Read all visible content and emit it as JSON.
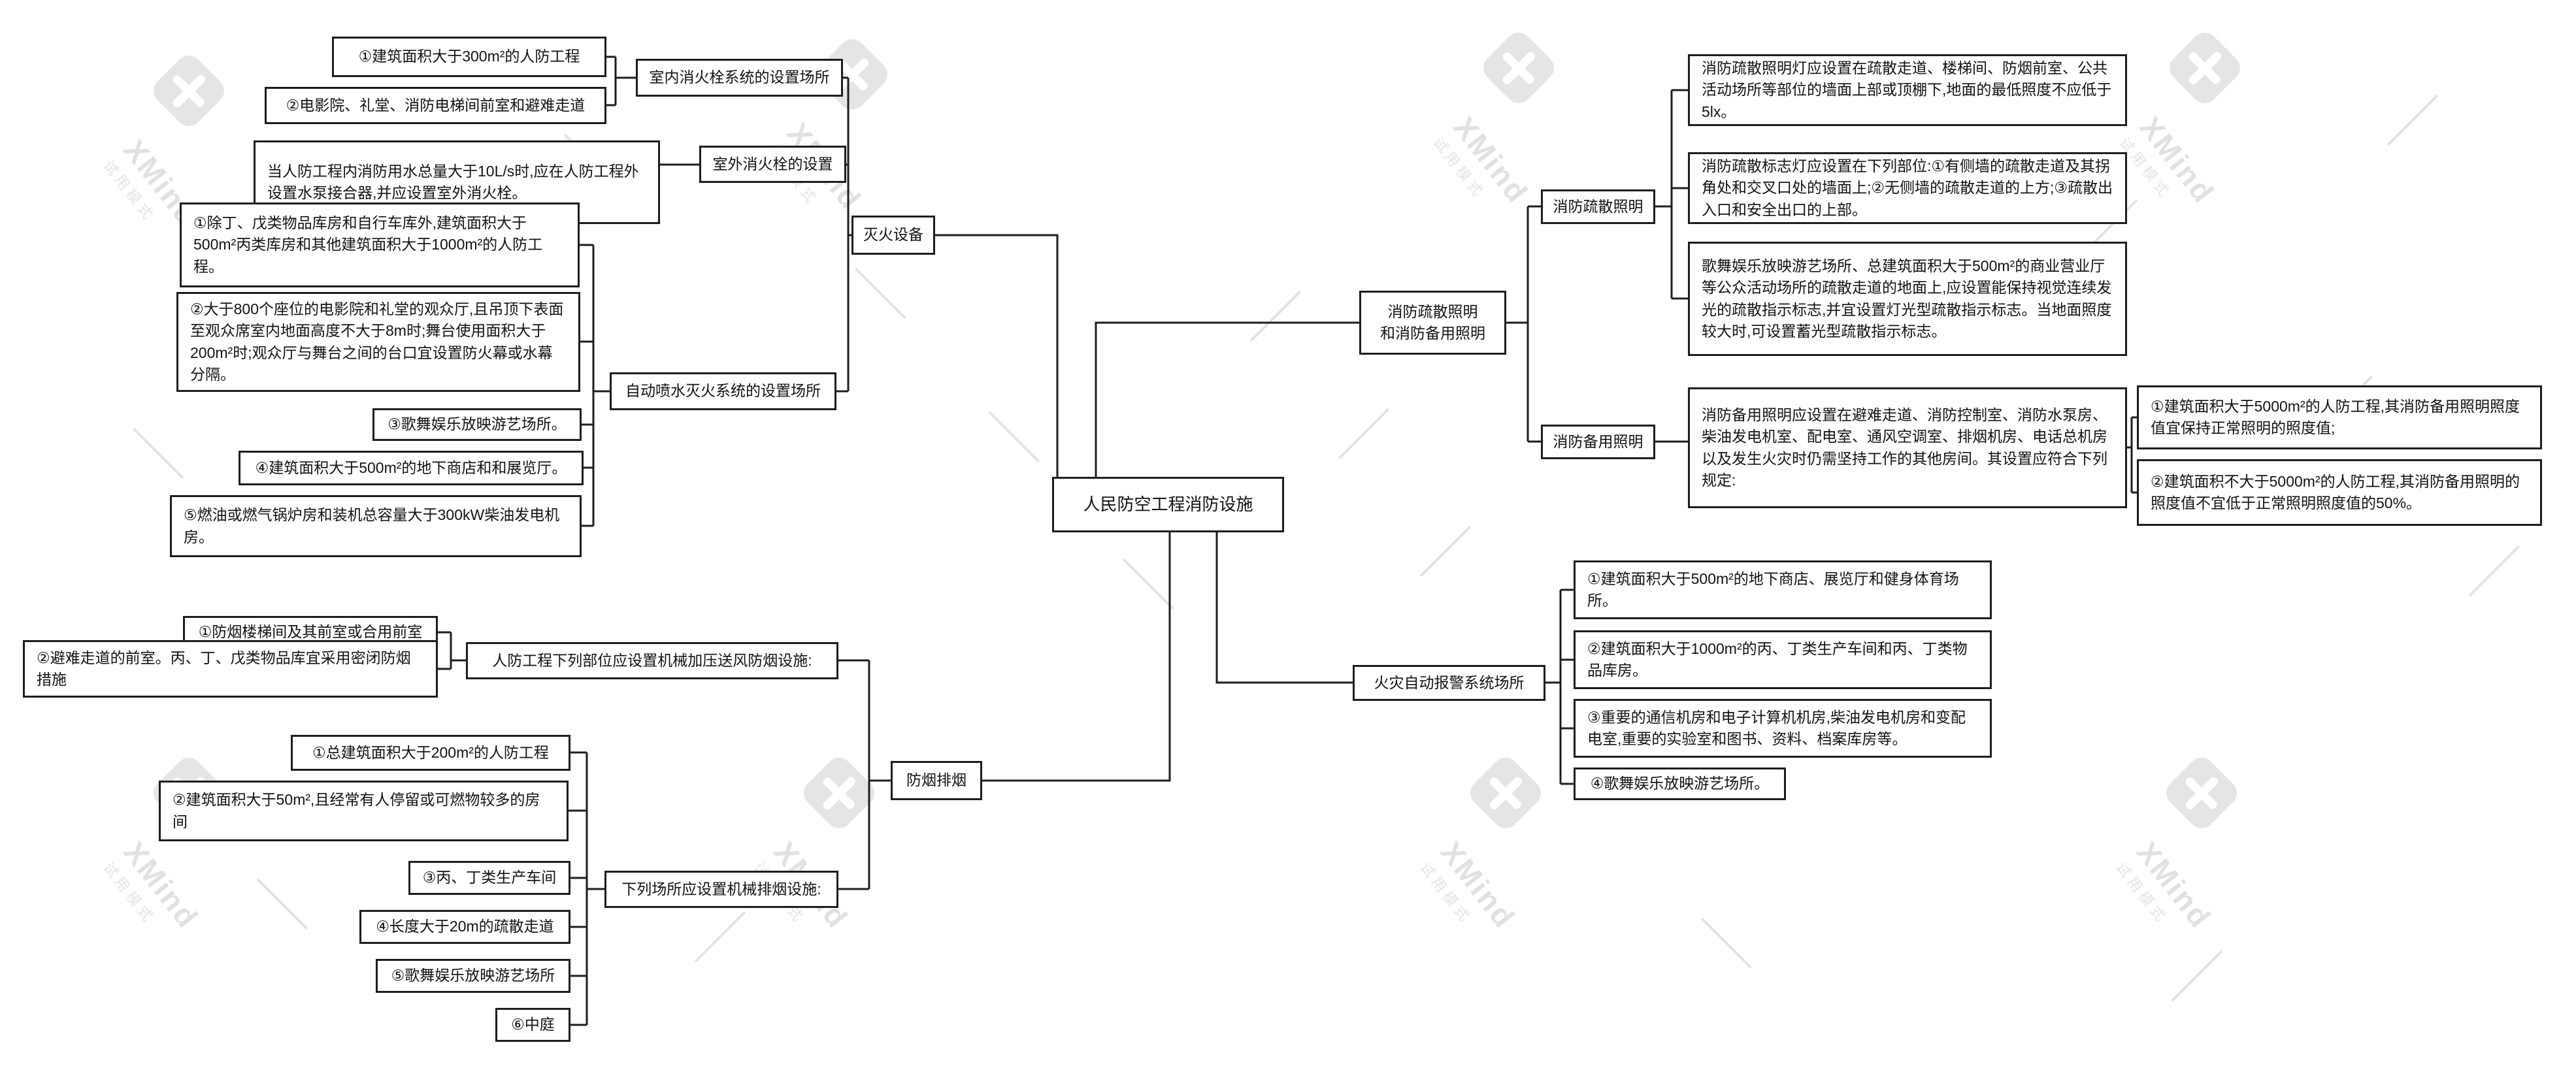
{
  "app": {
    "name": "XMind"
  },
  "watermark": {
    "brand": "XMind",
    "mode": "试用模式"
  },
  "colors": {
    "canvas_bg": "#ffffff",
    "box_bg": "#ffffff",
    "box_border": "#1d1d1d",
    "line": "#1d1d1d",
    "text": "#121212",
    "watermark": "#e4e6e6"
  },
  "nodes": {
    "root": "人民防空工程消防设施",
    "fire_equipment": "灭火设备",
    "indoor_hydrant": "室内消火栓系统的设置场所",
    "indoor_1": "①建筑面积大于300m²的人防工程",
    "indoor_2": "②电影院、礼堂、消防电梯间前室和避难走道",
    "outdoor_hydrant": "室外消火栓的设置",
    "outdoor_note": "当人防工程内消防用水总量大于10L/s时,应在人防工程外设置水泵接合器,并应设置室外消火栓。",
    "sprinkler": "自动喷水灭火系统的设置场所",
    "sprinkler_1": "①除丁、戊类物品库房和自行车库外,建筑面积大于500m²丙类库房和其他建筑面积大于1000m²的人防工程。",
    "sprinkler_2": "②大于800个座位的电影院和礼堂的观众厅,且吊顶下表面至观众席室内地面高度不大于8m时;舞台使用面积大于200m²时;观众厅与舞台之间的台口宜设置防火幕或水幕分隔。",
    "sprinkler_3": "③歌舞娱乐放映游艺场所。",
    "sprinkler_4": "④建筑面积大于500m²的地下商店和和展览厅。",
    "sprinkler_5": "⑤燃油或燃气锅炉房和装机总容量大于300kW柴油发电机房。",
    "smoke_control": "防烟排烟",
    "pressurized": "人防工程下列部位应设置机械加压送风防烟设施:",
    "pressurized_1": "①防烟楼梯间及其前室或合用前室",
    "pressurized_2": "②避难走道的前室。丙、丁、戊类物品库宜采用密闭防烟措施",
    "exhaust": "下列场所应设置机械排烟设施:",
    "exhaust_1": "①总建筑面积大于200m²的人防工程",
    "exhaust_2": "②建筑面积大于50m²,且经常有人停留或可燃物较多的房间",
    "exhaust_3": "③丙、丁类生产车间",
    "exhaust_4": "④长度大于20m的疏散走道",
    "exhaust_5": "⑤歌舞娱乐放映游艺场所",
    "exhaust_6": "⑥中庭",
    "lighting": "消防疏散照明和消防备用照明",
    "lighting_line1": "消防疏散照明",
    "lighting_line2": "和消防备用照明",
    "evac_lighting": "消防疏散照明",
    "evac_1": "消防疏散照明灯应设置在疏散走道、楼梯间、防烟前室、公共活动场所等部位的墙面上部或顶棚下,地面的最低照度不应低于5lx。",
    "evac_2": "消防疏散标志灯应设置在下列部位:①有侧墙的疏散走道及其拐角处和交叉口处的墙面上;②无侧墙的疏散走道的上方;③疏散出入口和安全出口的上部。",
    "evac_3": "歌舞娱乐放映游艺场所、总建筑面积大于500m²的商业营业厅等公众活动场所的疏散走道的地面上,应设置能保持视觉连续发光的疏散指示标志,并宜设置灯光型疏散指示标志。当地面照度较大时,可设置蓄光型疏散指示标志。",
    "backup_lighting": "消防备用照明",
    "backup_note": "消防备用照明应设置在避难走道、消防控制室、消防水泵房、柴油发电机室、配电室、通风空调室、排烟机房、电话总机房以及发生火灾时仍需坚持工作的其他房间。其设置应符合下列规定:",
    "backup_1": "①建筑面积大于5000m²的人防工程,其消防备用照明照度值宜保持正常照明的照度值;",
    "backup_2": "②建筑面积不大于5000m²的人防工程,其消防备用照明的照度值不宜低于正常照明照度值的50%。",
    "alarm": "火灾自动报警系统场所",
    "alarm_1": "①建筑面积大于500m²的地下商店、展览厅和健身体育场所。",
    "alarm_2": "②建筑面积大于1000m²的丙、丁类生产车间和丙、丁类物品库房。",
    "alarm_3": "③重要的通信机房和电子计算机机房,柴油发电机房和变配电室,重要的实验室和图书、资料、档案库房等。",
    "alarm_4": "④歌舞娱乐放映游艺场所。"
  },
  "hierarchy": {
    "root": [
      "fire_equipment",
      "smoke_control",
      "lighting",
      "alarm"
    ],
    "fire_equipment": [
      "indoor_hydrant",
      "outdoor_hydrant",
      "sprinkler"
    ],
    "indoor_hydrant": [
      "indoor_1",
      "indoor_2"
    ],
    "outdoor_hydrant": [
      "outdoor_note"
    ],
    "sprinkler": [
      "sprinkler_1",
      "sprinkler_2",
      "sprinkler_3",
      "sprinkler_4",
      "sprinkler_5"
    ],
    "smoke_control": [
      "pressurized",
      "exhaust"
    ],
    "pressurized": [
      "pressurized_1",
      "pressurized_2"
    ],
    "exhaust": [
      "exhaust_1",
      "exhaust_2",
      "exhaust_3",
      "exhaust_4",
      "exhaust_5",
      "exhaust_6"
    ],
    "lighting": [
      "evac_lighting",
      "backup_lighting"
    ],
    "evac_lighting": [
      "evac_1",
      "evac_2",
      "evac_3"
    ],
    "backup_lighting": [
      "backup_note"
    ],
    "backup_note": [
      "backup_1",
      "backup_2"
    ],
    "alarm": [
      "alarm_1",
      "alarm_2",
      "alarm_3",
      "alarm_4"
    ]
  }
}
